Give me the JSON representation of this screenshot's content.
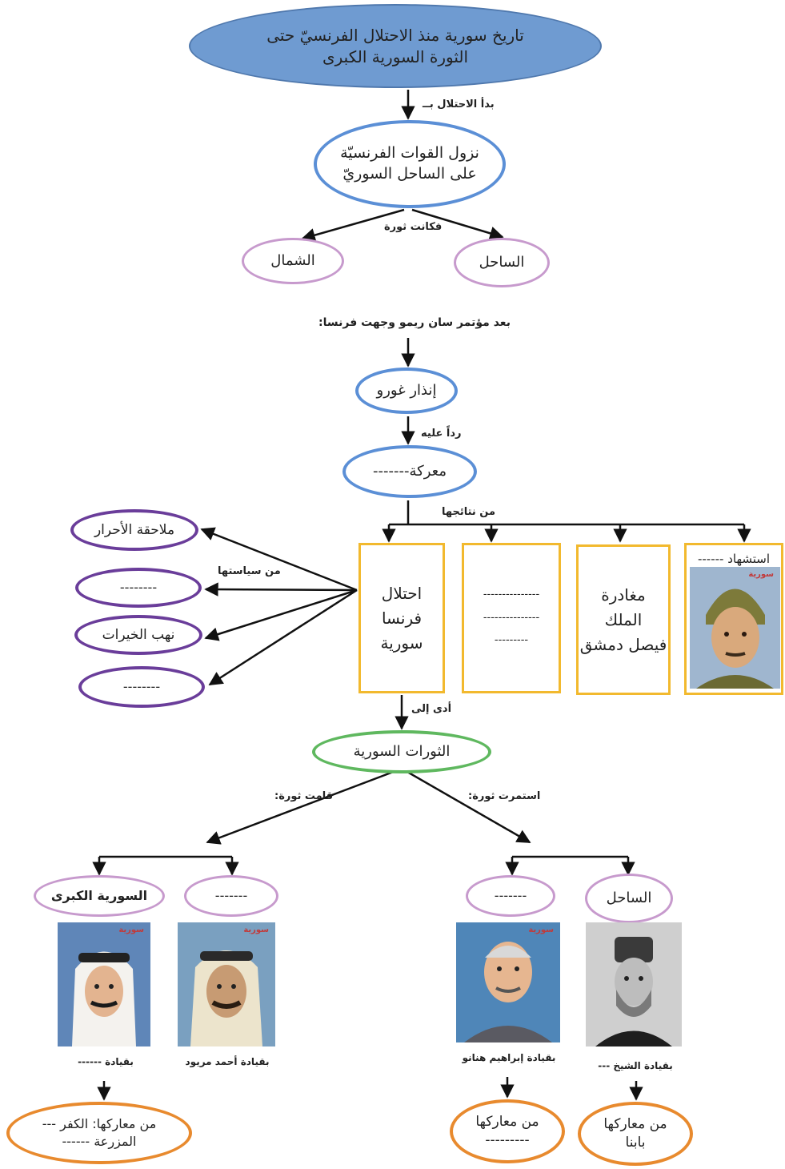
{
  "colors": {
    "title_fill": "#6f9bd1",
    "blue": "#5b8fd6",
    "pink": "#c79acd",
    "purple": "#6a3d9a",
    "gold": "#f2b92e",
    "green": "#5fb85f",
    "orange": "#e88a2e"
  },
  "title": "تاريخ سورية منذ الاحتلال الفرنسيّ حتى\nالثورة السورية الكبرى",
  "labels": {
    "began": "بدأ الاحتلال بــ",
    "revolts": "فكانت ثورة",
    "after_san_remo": "بعد مؤتمر سان ريمو وجهت فرنسا:",
    "in_response": "رداً عليه",
    "results": "من نتائجها",
    "policies": "من سياستها",
    "led_to": "أدى إلى",
    "continued": "استمرت ثورة:",
    "arose": "قامت ثورة:"
  },
  "nodes": {
    "landing": "نزول القوات الفرنسيّة\nعلى الساحل السوريّ",
    "north": "الشمال",
    "coast": "الساحل",
    "ultimatum": "إنذار غورو",
    "battle": "معركة-------",
    "policy_1": "ملاحقة الأحرار",
    "policy_2": "--------",
    "policy_3": "نهب الخيرات",
    "policy_4": "--------",
    "result_occupation": "احتلال\nفرنسا\nسورية",
    "result_blank": "---------------\n---------------\n---------",
    "result_king": "مغادرة\nالملك\nفيصل دمشق",
    "result_martyr": "استشهاد ------",
    "syrian_revolts": "الثورات السورية",
    "rev_great": "السورية الكبرى",
    "rev_blank_left": "-------",
    "rev_blank_right": "-------",
    "rev_coast": "الساحل"
  },
  "portraits": {
    "stamp": "سورية",
    "cap_great": "بقيادة ------",
    "cap_mreiwed": "بقيادة أحمد مريود",
    "cap_hananu": "بقيادة إبراهيم هنانو",
    "cap_sheikh": "بقيادة الشيخ ---"
  },
  "battles": {
    "left": "من معاركها: الكفر ---\nالمزرعة ------",
    "middle": "من معاركها\n---------",
    "right": "من معاركها\nبابنا"
  }
}
